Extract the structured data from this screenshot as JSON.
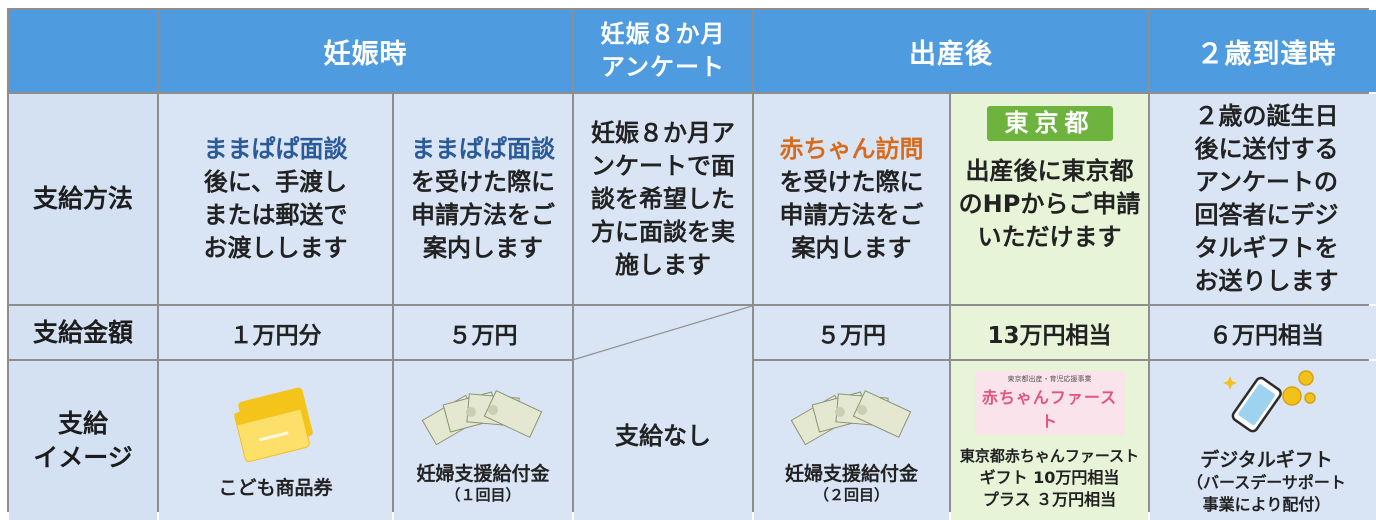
{
  "header": {
    "pregnancy": "妊娠時",
    "survey_line1": "妊娠８か月",
    "survey_line2": "アンケート",
    "postbirth": "出産後",
    "age2": "２歳到達時"
  },
  "rows": {
    "method": "支給方法",
    "amount": "支給金額",
    "image_line1": "支給",
    "image_line2": "イメージ"
  },
  "method": {
    "c1_title": "ままぱぱ面談",
    "c1_lines": [
      "後に、手渡し",
      "または郵送で",
      "お渡しします"
    ],
    "c2_title": "ままぱぱ面談",
    "c2_lines": [
      "を受けた際に",
      "申請方法をご",
      "案内します"
    ],
    "c3_lines": [
      "妊娠８か月ア",
      "ンケートで面",
      "談を希望した",
      "方に面談を実",
      "施します"
    ],
    "c4_title": "赤ちゃん訪問",
    "c4_lines": [
      "を受けた際に",
      "申請方法をご",
      "案内します"
    ],
    "c5_badge": "東京都",
    "c5_lines": [
      "出産後に東京都",
      "のHPからご申請",
      "いただけます"
    ],
    "c6_lines": [
      "２歳の誕生日",
      "後に送付する",
      "アンケートの",
      "回答者にデジ",
      "タルギフトを",
      "お送りします"
    ]
  },
  "amount": {
    "c1": "１万円分",
    "c2": "５万円",
    "c4": "５万円",
    "c5": "13万円相当",
    "c6": "６万円相当"
  },
  "image": {
    "c1": "こども商品券",
    "c2_main": "妊婦支援給付金",
    "c2_sub": "（１回目）",
    "c3": "支給なし",
    "c4_main": "妊婦支援給付金",
    "c4_sub": "（２回目）",
    "c5_logo_small": "東京都出産・育児応援事業",
    "c5_logo": "赤ちゃんファースト",
    "c5_lines": [
      "東京都赤ちゃんファースト",
      "ギフト 10万円相当",
      "プラス ３万円相当"
    ],
    "c6_main": "デジタルギフト",
    "c6_lines": [
      "（バースデーサポート",
      "事業により配付）"
    ]
  },
  "colors": {
    "header": "#4f9be0",
    "label": "#d3e1f3",
    "cell": "#d9e5f5",
    "tokyo_cell": "#e7f4d8",
    "tokyo_badge": "#6fb33f"
  }
}
